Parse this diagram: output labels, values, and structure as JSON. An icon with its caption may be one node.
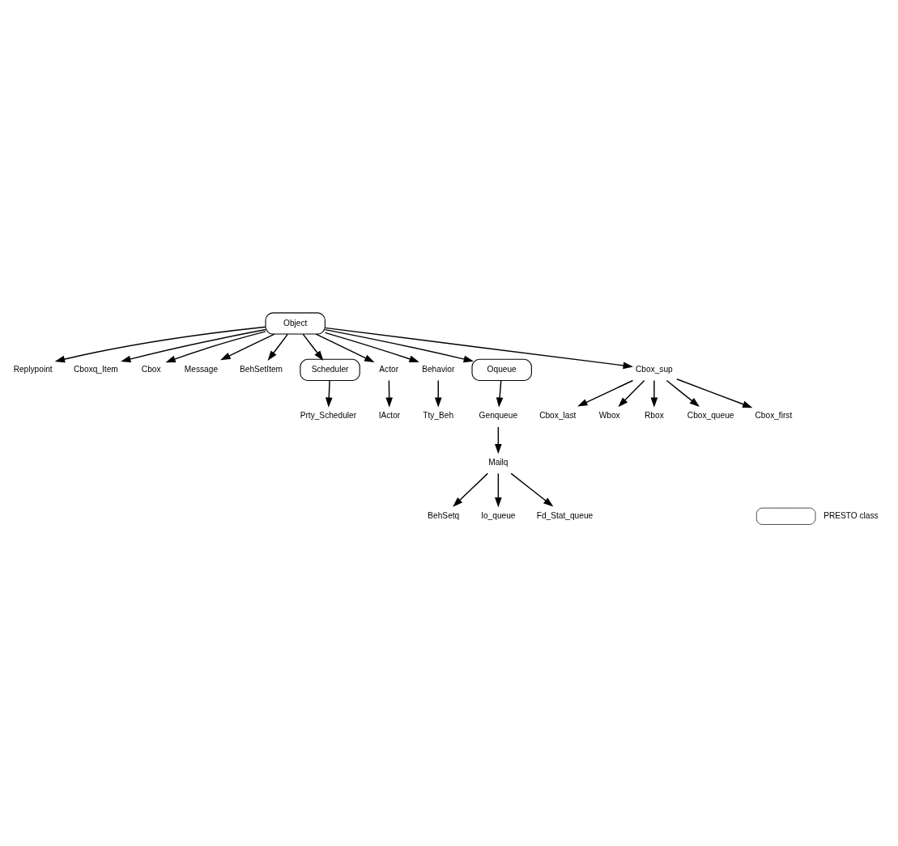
{
  "diagram": {
    "nodes": [
      {
        "text": [
          "Object"
        ]
      },
      {
        "text": [
          "Replypoint"
        ]
      },
      {
        "text": [
          "Cboxq_Item"
        ]
      },
      {
        "text": [
          "Cbox"
        ]
      },
      {
        "text": [
          "Message"
        ]
      },
      {
        "text": [
          "BehSetItem"
        ]
      },
      {
        "text": [
          "Scheduler"
        ]
      },
      {
        "text": [
          "Actor"
        ]
      },
      {
        "text": [
          "Behavior"
        ]
      },
      {
        "text": [
          "Oqueue"
        ]
      },
      {
        "text": [
          "IActor"
        ]
      },
      {
        "text": [
          "Tty_Beh"
        ]
      },
      {
        "text": [
          "Prty_Scheduler"
        ]
      },
      {
        "text": [
          "Cbox_sup"
        ]
      },
      {
        "text": [
          "Genqueue"
        ]
      },
      {
        "text": [
          "Mailq"
        ]
      },
      {
        "text": [
          "Cbox_last"
        ]
      },
      {
        "text": [
          "Wbox"
        ]
      },
      {
        "text": [
          "Rbox"
        ]
      },
      {
        "text": [
          "Cbox_queue"
        ]
      },
      {
        "text": [
          "Cbox_first"
        ]
      },
      {
        "text": [
          "BehSetq"
        ]
      },
      {
        "text": [
          "Io_queue"
        ]
      },
      {
        "text": [
          "Fd_Stat_queue"
        ]
      }
    ],
    "edges": [
      {
        "from": 0,
        "to": 1,
        "arrow": "to"
      },
      {
        "from": 0,
        "to": 3,
        "arrow": "to"
      },
      {
        "from": 0,
        "to": 5,
        "arrow": "to"
      },
      {
        "from": 0,
        "to": 13,
        "arrow": "to"
      },
      {
        "from": 0,
        "to": 7,
        "arrow": "to"
      },
      {
        "from": 0,
        "to": 8,
        "arrow": "to"
      },
      {
        "from": 0,
        "to": 9,
        "arrow": "to"
      },
      {
        "from": 0,
        "to": 6,
        "arrow": "to"
      },
      {
        "from": 0,
        "to": 4,
        "arrow": "to"
      },
      {
        "from": 0,
        "to": 2,
        "arrow": "to"
      },
      {
        "from": 7,
        "to": 10,
        "arrow": "to"
      },
      {
        "from": 8,
        "to": 11,
        "arrow": "to"
      },
      {
        "from": 6,
        "to": 12,
        "arrow": "to"
      },
      {
        "from": 9,
        "to": 14,
        "arrow": "to"
      },
      {
        "from": 14,
        "to": 15,
        "arrow": "to"
      },
      {
        "from": 15,
        "to": 21,
        "arrow": "to"
      },
      {
        "from": 15,
        "to": 22,
        "arrow": "to"
      },
      {
        "from": 15,
        "to": 23,
        "arrow": "to"
      },
      {
        "from": 13,
        "to": 16,
        "arrow": "to"
      },
      {
        "from": 13,
        "to": 17,
        "arrow": "to"
      },
      {
        "from": 13,
        "to": 18,
        "arrow": "to"
      },
      {
        "from": 13,
        "to": 19,
        "arrow": "to"
      },
      {
        "from": 13,
        "to": 20,
        "arrow": "to"
      }
    ],
    "legend": [
      {
        "text": "PRESTO class"
      }
    ]
  }
}
